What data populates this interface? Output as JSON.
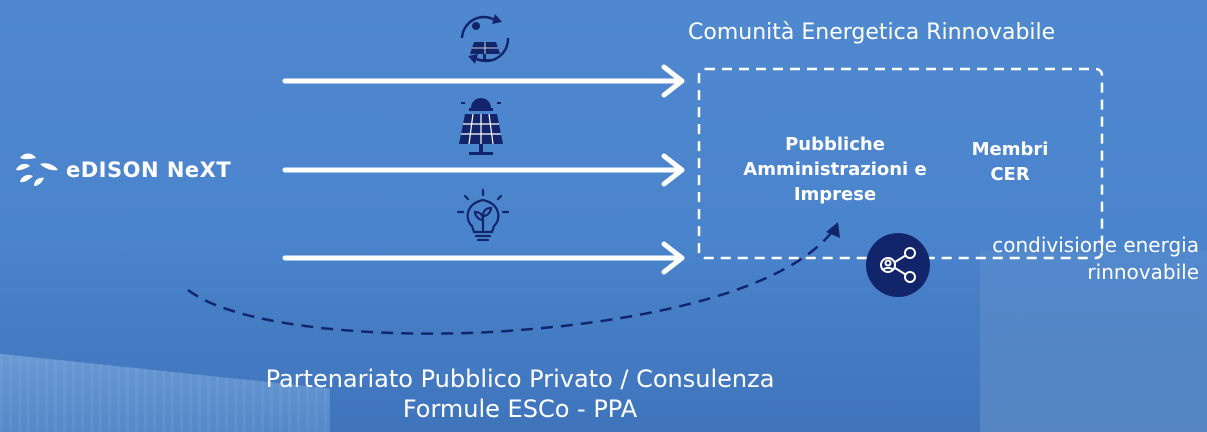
{
  "logo": {
    "brand": "EDISON NEXT",
    "text": "eDISON NeXT"
  },
  "community": {
    "title": "Comunità Energetica Rinnovabile"
  },
  "box": {
    "left_label": [
      "Pubbliche",
      "Amministrazioni e",
      "Imprese"
    ],
    "right_label": [
      "Membri",
      "CER"
    ]
  },
  "sharing": {
    "line1": "condivisione energia",
    "line2": "rinnovabile"
  },
  "bottom": {
    "line1": "Partenariato Pubblico Privato / Consulenza",
    "line2": "Formule ESCo - PPA"
  },
  "icons": [
    "solar-cycle-icon",
    "solar-panel-icon",
    "lightbulb-plant-icon",
    "share-network-icon"
  ],
  "colors": {
    "background": "#4a84cc",
    "accent_dark": "#12256b",
    "line": "#ffffff"
  }
}
